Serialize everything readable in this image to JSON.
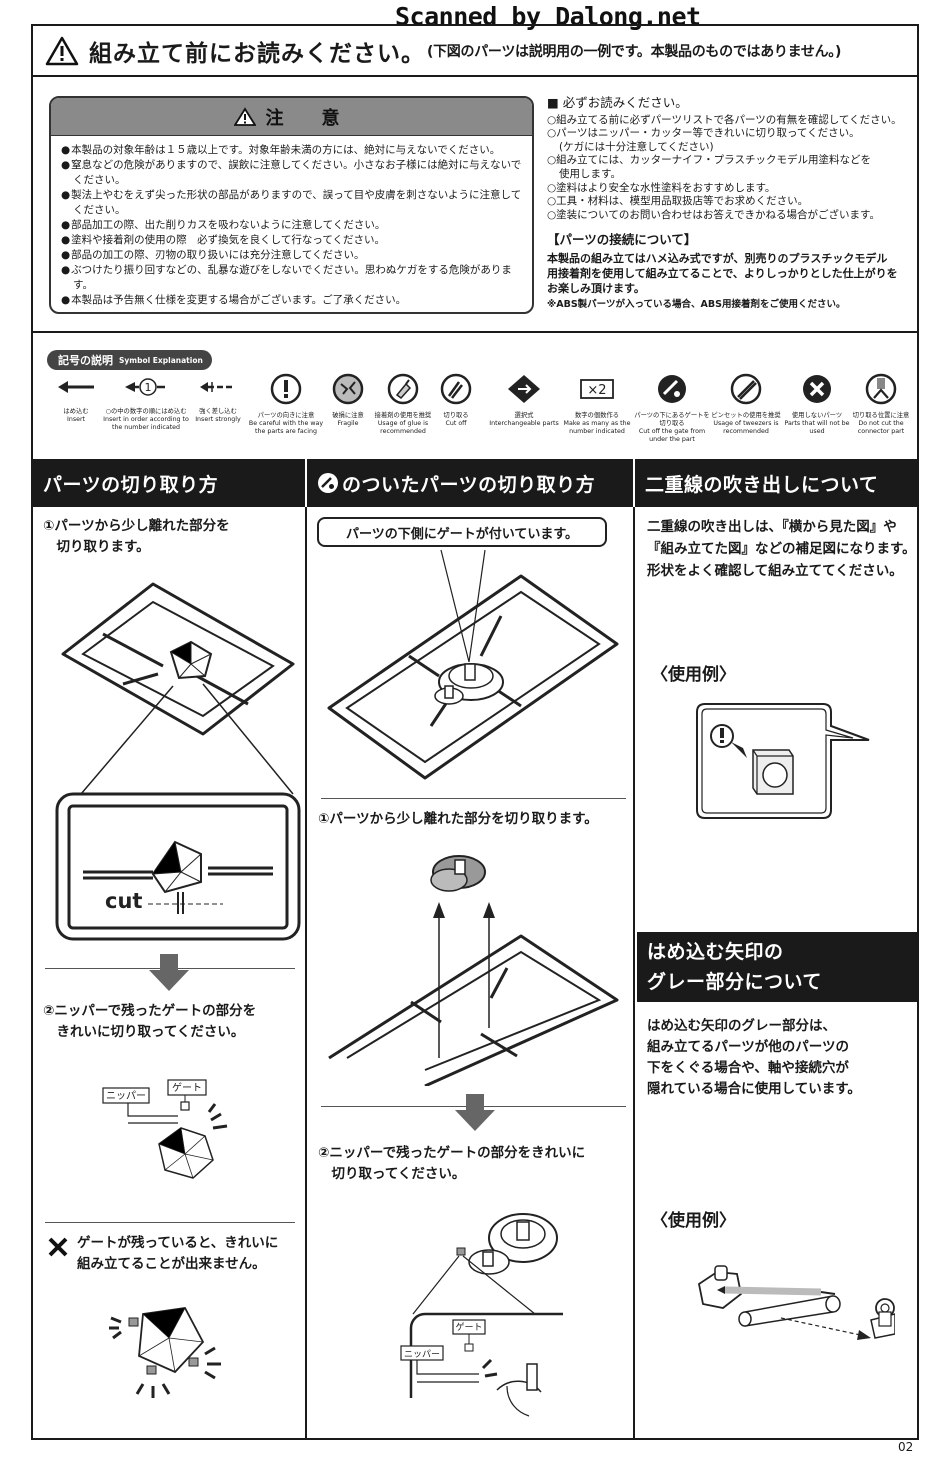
{
  "watermark": "Scanned by Dalong.net",
  "header": {
    "title": "組み立て前にお読みください。",
    "subtitle": "(下図のパーツは説明用の一例です。本製品のものではありません。)"
  },
  "caution": {
    "title": "注　意",
    "items": [
      "本製品の対象年齢は１５歳以上です。対象年齢未満の方には、絶対に与えないでください。",
      "窒息などの危険がありますので、誤飲に注意してください。小さなお子様には絶対に与えないでください。",
      "製法上やむをえず尖った形状の部品がありますので、誤って目や皮膚を刺さないように注意してください。",
      "部品加工の際、出た削りカスを吸わないように注意してください。",
      "塗料や接着剤の使用の際　必ず換気を良くして行なってください。",
      "部品の加工の際、刃物の取り扱いには充分注意してください。",
      "ぶつけたり振り回すなどの、乱暴な遊びをしないでください。思わぬケガをする危険があります。",
      "本製品は予告無く仕様を変更する場合がございます。ご了承ください。"
    ]
  },
  "must_read": {
    "title": "■ 必ずお読みください。",
    "items": [
      "組み立てる前に必ずパーツリストで各パーツの有無を確認してください。",
      "パーツはニッパー・カッター等できれいに切り取ってください。",
      "(ケガには十分注意してください)",
      "組み立てには、カッターナイフ・プラスチックモデル用塗料などを",
      "使用します。",
      "塗料はより安全な水性塗料をおすすめします。",
      "工具・材料は、模型用品取扱店等でお求めください。",
      "塗装についてのお問い合わせはお答えできかねる場合がございます。"
    ],
    "connection_title": "【パーツの接続について】",
    "connection_lines": [
      "本製品の組み立てはハメ込み式ですが、別売りのプラスチックモデル",
      "用接着剤を使用して組み立てることで、よりしっかりとした仕上がりを",
      "お楽しみ頂けます。"
    ],
    "connection_note": "※ABS製パーツが入っている場合、ABS用接着剤をご使用ください。"
  },
  "symbols": {
    "title": "記号の説明",
    "title_en": "Symbol Explanation",
    "x2_label": "×2",
    "items": [
      {
        "jp": "はめ込む",
        "en": "Insert"
      },
      {
        "jp": "○の中の数字の順にはめ込む",
        "en": "Insert in order according to the number indicated",
        "num": "1"
      },
      {
        "jp": "強く差し込む",
        "en": "Insert strongly"
      },
      {
        "jp": "パーツの向きに注意",
        "en": "Be careful with the way the parts are facing"
      },
      {
        "jp": "破損に注意",
        "en": "Fragile"
      },
      {
        "jp": "接着剤の使用を推奨",
        "en": "Usage of glue is recommended"
      },
      {
        "jp": "切り取る",
        "en": "Cut off"
      },
      {
        "jp": "選択式",
        "en": "Interchangeable parts"
      },
      {
        "jp": "数字の個数作る",
        "en": "Make as many as the number indicated"
      },
      {
        "jp": "パーツの下にあるゲートを切り取る",
        "en": "Cut off the gate from under the part"
      },
      {
        "jp": "ピンセットの使用を推奨",
        "en": "Usage of tweezers is recommended"
      },
      {
        "jp": "使用しないパーツ",
        "en": "Parts that will not be used"
      },
      {
        "jp": "切り取る位置に注意",
        "en": "Do not cut the connector part"
      }
    ]
  },
  "col1": {
    "title": "パーツの切り取り方",
    "step1": [
      "①パーツから少し離れた部分を",
      "　切り取ります。"
    ],
    "cut_label": "cut",
    "step2": [
      "②ニッパーで残ったゲートの部分を",
      "　きれいに切り取ってください。"
    ],
    "nipper_label": "ニッパー",
    "gate_label": "ゲート",
    "warn": [
      "ゲートが残っていると、きれいに",
      "組み立てることが出来ません。"
    ]
  },
  "col2": {
    "title": "のついたパーツの切り取り方",
    "callout": "パーツの下側にゲートが付いています。",
    "step1": "①パーツから少し離れた部分を切り取ります。",
    "step2": [
      "②ニッパーで残ったゲートの部分をきれいに",
      "　切り取ってください。"
    ],
    "gate_label": "ゲート",
    "nipper_label": "ニッパー"
  },
  "col3": {
    "title": "二重線の吹き出しについて",
    "text": [
      "二重線の吹き出しは、『横から見た図』や",
      "『組み立てた図』などの補足図になります。",
      "形状をよく確認して組み立ててください。"
    ],
    "example": "〈使用例〉",
    "title2": [
      "はめ込む矢印の",
      "グレー部分について"
    ],
    "text2": [
      "はめ込む矢印のグレー部分は、",
      "組み立てるパーツが他のパーツの",
      "下をくぐる場合や、軸や接続穴が",
      "隠れている場合に使用しています。"
    ],
    "example2": "〈使用例〉"
  },
  "page_number": "02"
}
